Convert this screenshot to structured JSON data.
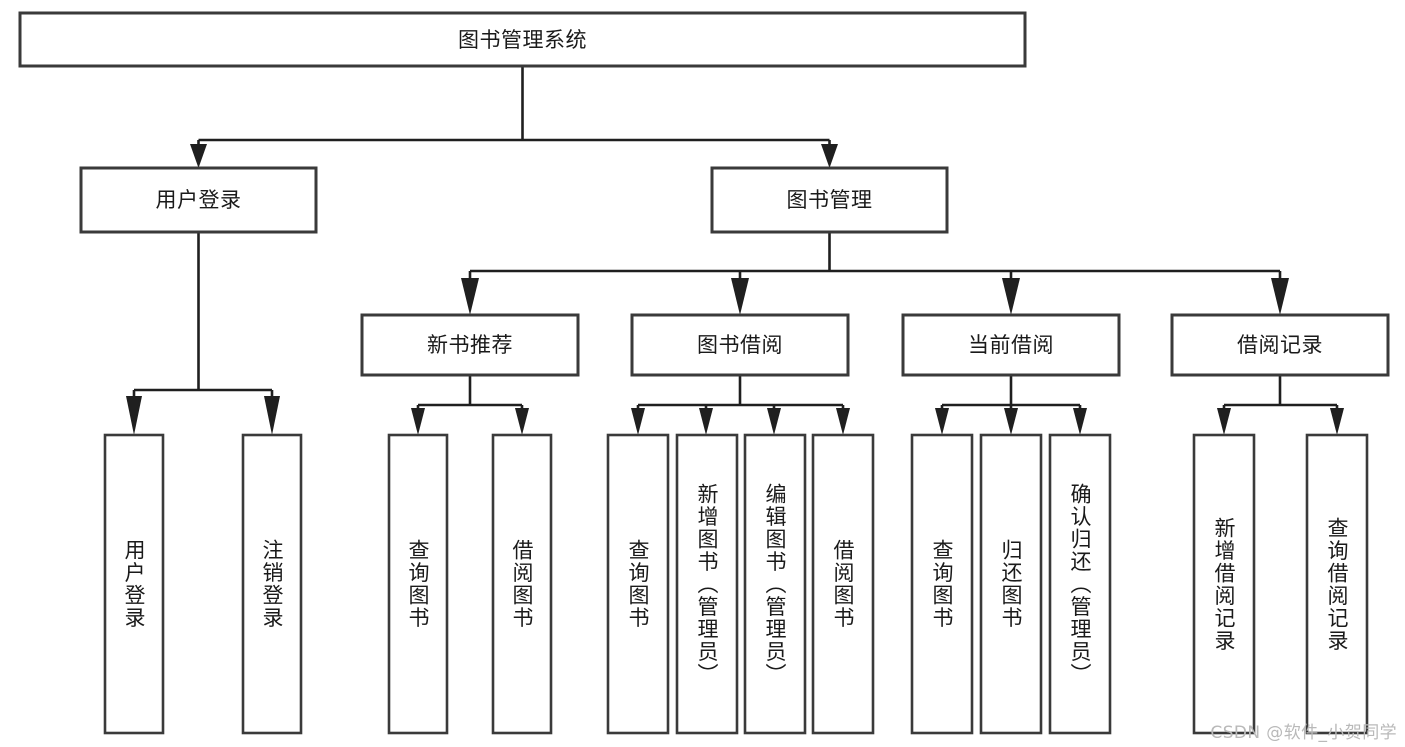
{
  "diagram": {
    "type": "tree",
    "title_node": {
      "id": "root",
      "label": "图书管理系统"
    },
    "level1": [
      {
        "id": "user-login",
        "label": "用户登录"
      },
      {
        "id": "book-manage",
        "label": "图书管理"
      }
    ],
    "level2": [
      {
        "id": "new-book-recommend",
        "label": "新书推荐",
        "parent": "book-manage"
      },
      {
        "id": "book-borrow",
        "label": "图书借阅",
        "parent": "book-manage"
      },
      {
        "id": "current-borrow",
        "label": "当前借阅",
        "parent": "book-manage"
      },
      {
        "id": "borrow-record",
        "label": "借阅记录",
        "parent": "book-manage"
      }
    ],
    "leaves": {
      "user-login": [
        {
          "id": "leaf-user-login",
          "label": "用户登录"
        },
        {
          "id": "leaf-user-logout",
          "label": "注销登录"
        }
      ],
      "new-book-recommend": [
        {
          "id": "leaf-query-book-1",
          "label": "查询图书"
        },
        {
          "id": "leaf-borrow-book-1",
          "label": "借阅图书"
        }
      ],
      "book-borrow": [
        {
          "id": "leaf-query-book-2",
          "label": "查询图书"
        },
        {
          "id": "leaf-add-book",
          "label": "新增图书（管理员）"
        },
        {
          "id": "leaf-edit-book",
          "label": "编辑图书（管理员）"
        },
        {
          "id": "leaf-borrow-book-2",
          "label": "借阅图书"
        }
      ],
      "current-borrow": [
        {
          "id": "leaf-query-book-3",
          "label": "查询图书"
        },
        {
          "id": "leaf-return-book",
          "label": "归还图书"
        },
        {
          "id": "leaf-confirm-return",
          "label": "确认归还（管理员）"
        }
      ],
      "borrow-record": [
        {
          "id": "leaf-add-record",
          "label": "新增借阅记录"
        },
        {
          "id": "leaf-query-record",
          "label": "查询借阅记录"
        }
      ]
    }
  },
  "watermark": {
    "text": "CSDN @软件_小贺同学"
  },
  "colors": {
    "background": "#ffffff",
    "node_fill": "#ffffff",
    "node_stroke": "#3a3a3a",
    "connector": "#1f1f1f",
    "text": "#1a1a1a",
    "watermark": "#b9b9b9"
  }
}
